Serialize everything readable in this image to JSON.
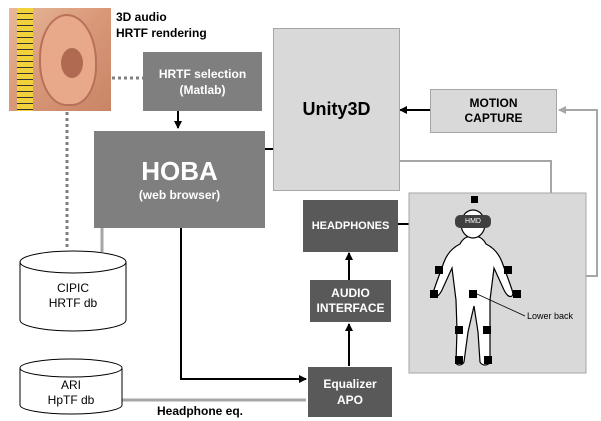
{
  "ear_caption": {
    "line1": "3D audio",
    "line2": "HRTF rendering"
  },
  "hrtf_selection": {
    "line1": "HRTF selection",
    "line2": "(Matlab)"
  },
  "unity": {
    "label": "Unity3D"
  },
  "motion_capture": {
    "line1": "MOTION",
    "line2": "CAPTURE"
  },
  "hoba": {
    "title": "HOBA",
    "subtitle": "(web browser)"
  },
  "headphones": {
    "label": "HEADPHONES"
  },
  "audio_interface": {
    "line1": "AUDIO",
    "line2": "INTERFACE"
  },
  "equalizer": {
    "line1": "Equalizer",
    "line2": "APO"
  },
  "cipic": {
    "line1": "CIPIC",
    "line2": "HRTF db"
  },
  "ari": {
    "line1": "ARI",
    "line2": "HpTF db"
  },
  "headphone_eq": {
    "label": "Headphone eq."
  },
  "figure": {
    "hmd_label": "HMD",
    "lower_back_label": "Lower back"
  },
  "colors": {
    "dark_box": "#595959",
    "mid_box": "#7f7f7f",
    "light_box": "#d9d9d9",
    "connector_gray": "#a6a6a6",
    "arrow_black": "#000000"
  }
}
